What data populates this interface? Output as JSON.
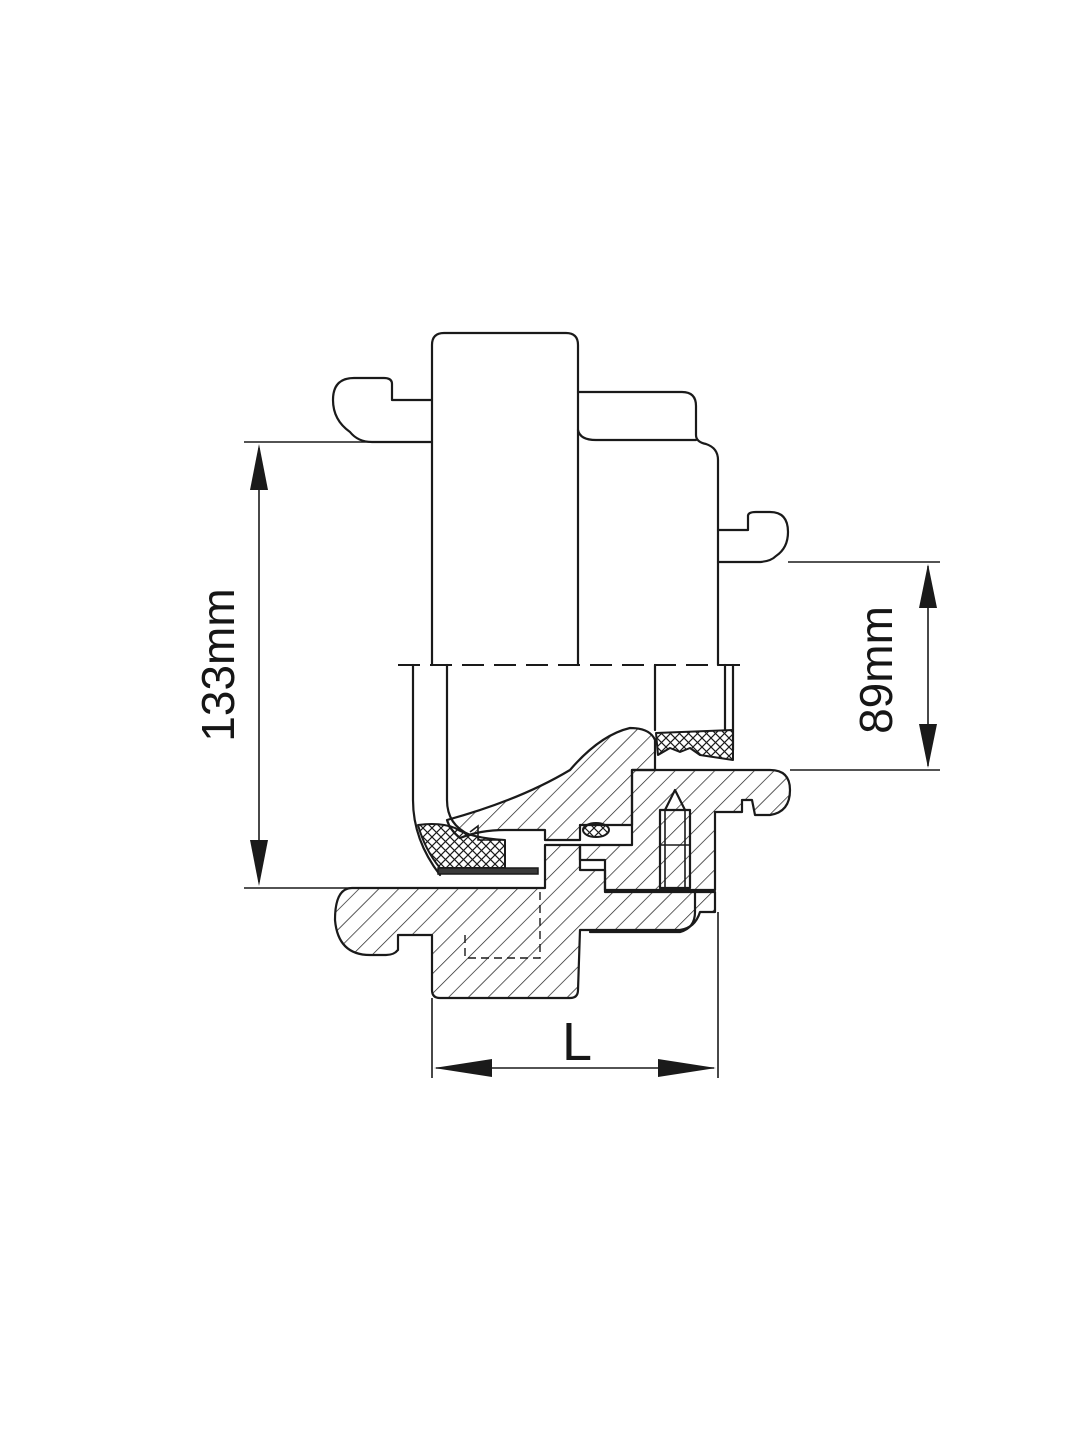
{
  "dimensions": {
    "height_total": "133mm",
    "height_partial": "89mm",
    "length": "L"
  },
  "colors": {
    "line": "#1a1a1a",
    "background": "#ffffff"
  }
}
